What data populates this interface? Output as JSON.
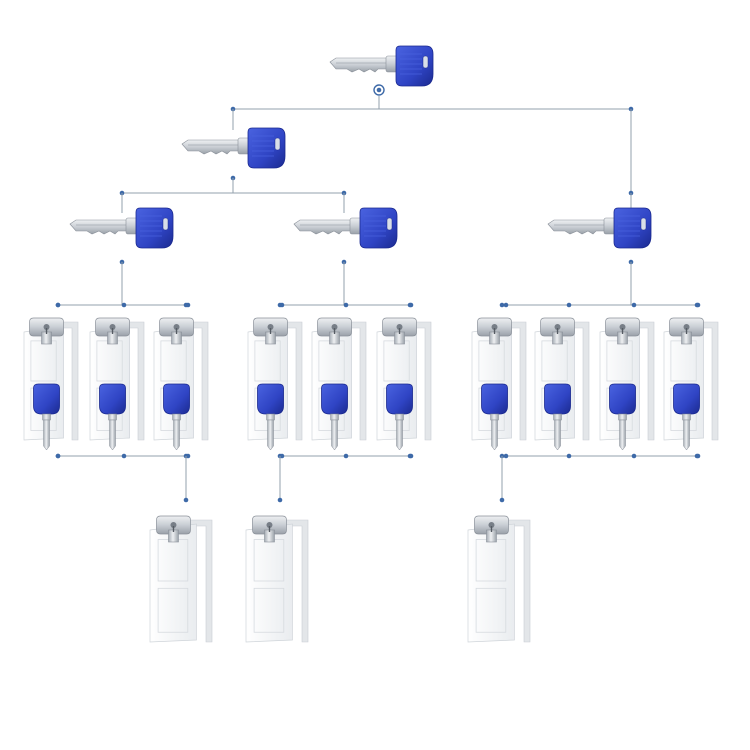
{
  "colors": {
    "key_head": "#2f44c4",
    "key_head_light": "#4a63e0",
    "key_head_dark": "#1b2a90",
    "metal": "#c9ced4",
    "metal_dark": "#8a9099",
    "connector": "#93a0ac",
    "node_dot": "#3e6aa8",
    "door": "#f4f5f6",
    "door_frame": "#e3e6e9"
  },
  "hierarchy": {
    "grand_master_key": {
      "icon": "key-icon",
      "master_keys": [
        {
          "icon": "key-icon",
          "sub_groups": [
            {
              "icon": "key-icon",
              "cylinders": 3,
              "central_doors": 1
            },
            {
              "icon": "key-icon",
              "cylinders": 3,
              "central_doors": 1
            }
          ]
        },
        {
          "icon": "key-icon",
          "sub_groups": [
            {
              "icon": "key-icon",
              "cylinders": 4,
              "central_doors": 1
            }
          ]
        }
      ]
    }
  }
}
